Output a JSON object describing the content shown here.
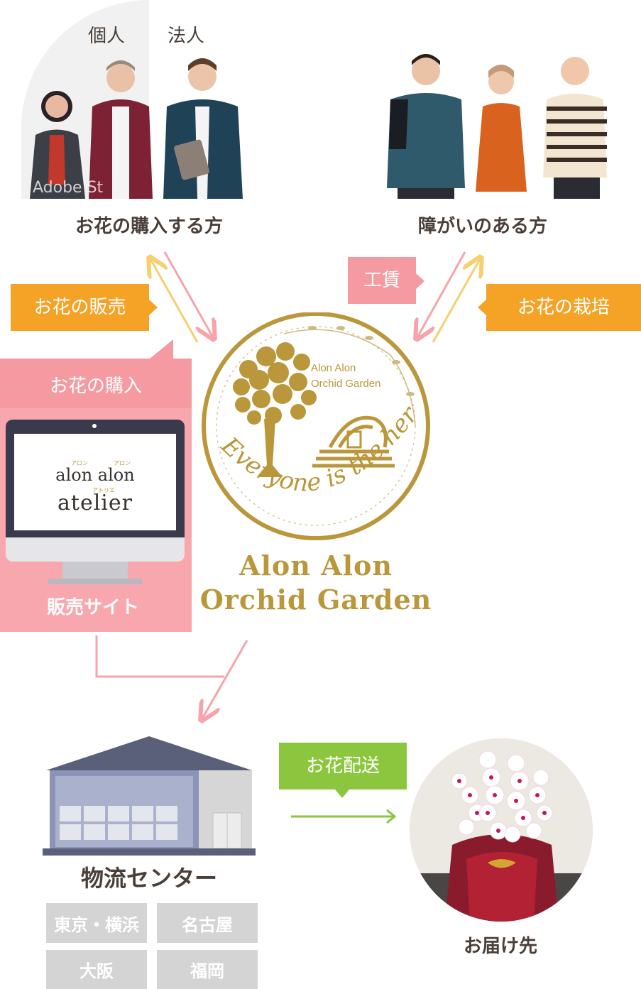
{
  "buyers": {
    "label_individual": "個人",
    "label_corporate": "法人",
    "watermark": "Adobe St",
    "caption": "お花の購入する方"
  },
  "disabled": {
    "caption": "障がいのある方"
  },
  "flows": {
    "flower_sales": "お花の販売",
    "wages": "工賃",
    "cultivation": "お花の栽培",
    "purchase": "お花の購入",
    "delivery": "お花配送"
  },
  "sales_site": {
    "screen_line1": "alon alon",
    "screen_line2": "atelier",
    "ruby_alon1": "アロン",
    "ruby_alon2": "アロン",
    "ruby_atelier": "アトリエ",
    "caption": "販売サイト"
  },
  "center_logo": {
    "badge_line1": "Alon Alon",
    "badge_line2": "Orchid Garden",
    "motto": "Everyone is the hero",
    "name_line1": "Alon Alon",
    "name_line2": "Orchid Garden"
  },
  "logistics": {
    "caption": "物流センター",
    "cities": [
      "東京・横浜",
      "名古屋",
      "大阪",
      "福岡"
    ]
  },
  "destination": {
    "caption": "お届け先"
  },
  "colors": {
    "orange": "#f5a327",
    "pink": "#f59aa1",
    "pink_arrow": "#f7a3ab",
    "yellow_arrow": "#f6cf6f",
    "green": "#8cc63f",
    "gold": "#b9973a",
    "gray": "#d4d4d4",
    "text": "#4a3f38"
  }
}
